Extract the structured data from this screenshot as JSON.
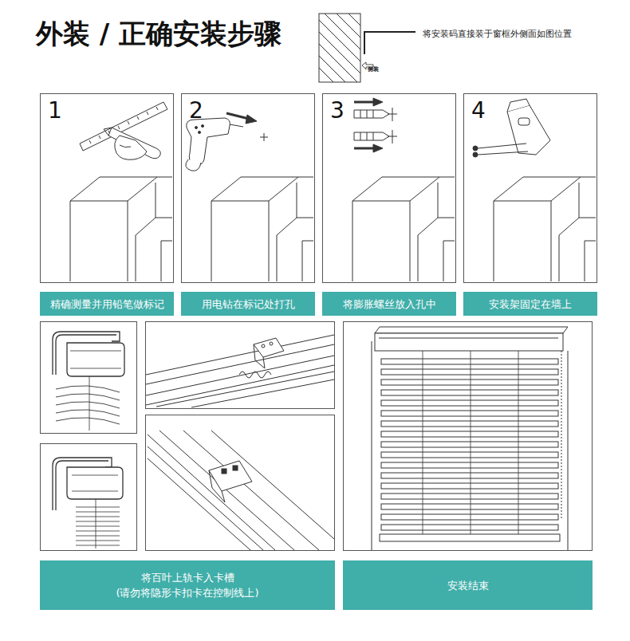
{
  "diagram": {
    "title": "外装 / 正确安装步骤",
    "nodes": [
      {
        "text": [
          "1"
        ]
      },
      {
        "text": [
          "2"
        ]
      },
      {
        "text": [
          "3"
        ]
      },
      {
        "text": [
          "4"
        ]
      },
      {
        "text": [
          "精确测量并用铅笔做标记"
        ]
      },
      {
        "text": [
          "用电钻在标记处打孔"
        ]
      },
      {
        "text": [
          "将膨胀螺丝放入孔中"
        ]
      },
      {
        "text": [
          "安装架固定在墙上"
        ]
      },
      {
        "text": [
          "将百叶上轨卡入卡槽 (请勿将隐形卡扣卡在控制线上)"
        ]
      },
      {
        "text": [
          "安装结束"
        ]
      }
    ],
    "labels": [
      "将安装码直接装于窗框外侧面如图位置",
      "侧装"
    ]
  }
}
